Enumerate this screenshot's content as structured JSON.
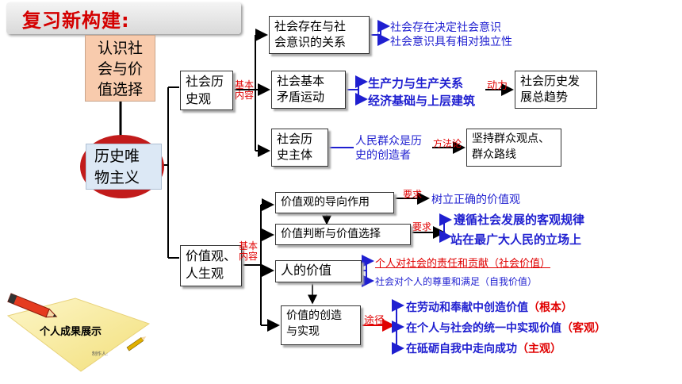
{
  "header": {
    "title": "复习新构建:"
  },
  "left": {
    "topic_box": [
      "认识社",
      "会与价",
      "值选择"
    ],
    "core_box": [
      "历史唯",
      "物主义"
    ]
  },
  "badge": {
    "label": "个人成果展示",
    "footer": "制作人:"
  },
  "branch1": {
    "label": [
      "社会历",
      "史观"
    ],
    "tag": [
      "基本",
      "内容"
    ],
    "items": [
      {
        "label": [
          "社会存在与社",
          "会意识的关系"
        ],
        "subs": [
          "社会存在决定社会意识",
          "社会意识具有相对独立性"
        ]
      },
      {
        "label": [
          "社会基本",
          "矛盾运动"
        ],
        "subs": [
          "生产力与生产关系",
          "经济基础与上层建筑"
        ],
        "link": "动力",
        "result": [
          "社会历史发",
          "展总趋势"
        ]
      },
      {
        "label": [
          "社会历",
          "史主体"
        ],
        "sub": [
          "人民群众是历",
          "史的创造者"
        ],
        "link": "方法论",
        "result": [
          "坚持群众观点、",
          "群众路线"
        ]
      }
    ]
  },
  "branch2": {
    "label": [
      "价值观、",
      "人生观"
    ],
    "tag": [
      "基本",
      "内容"
    ],
    "items": [
      {
        "label": "价值观的导向作用",
        "link": "要求",
        "result": "树立正确的价值观"
      },
      {
        "label": "价值判断与价值选择",
        "link": "要求",
        "results": [
          "遵循社会发展的客观规律",
          "站在最广大人民的立场上"
        ]
      },
      {
        "label": "人的价值",
        "subs": [
          "个人对社会的责任和贡献（社会价值）",
          "社会对个人的尊重和满足（自我价值）"
        ]
      },
      {
        "label": [
          "价值的创造",
          "与实现"
        ],
        "link": "途径",
        "results": [
          {
            "text": "在劳动和奉献中创造价值",
            "note": "（根本）"
          },
          {
            "text": "在个人与社会的统一中实现价值",
            "note": "（客观）"
          },
          {
            "text": "在砥砺自我中走向成功",
            "note": "（主观）"
          }
        ]
      }
    ]
  },
  "colors": {
    "title_red": "#d40000",
    "accent_blue": "#1f1fd0",
    "accent_red": "#e00000",
    "pink_box": "#f8cbad",
    "blue_box": "#dce8f5",
    "circle": "#c21b1b"
  }
}
